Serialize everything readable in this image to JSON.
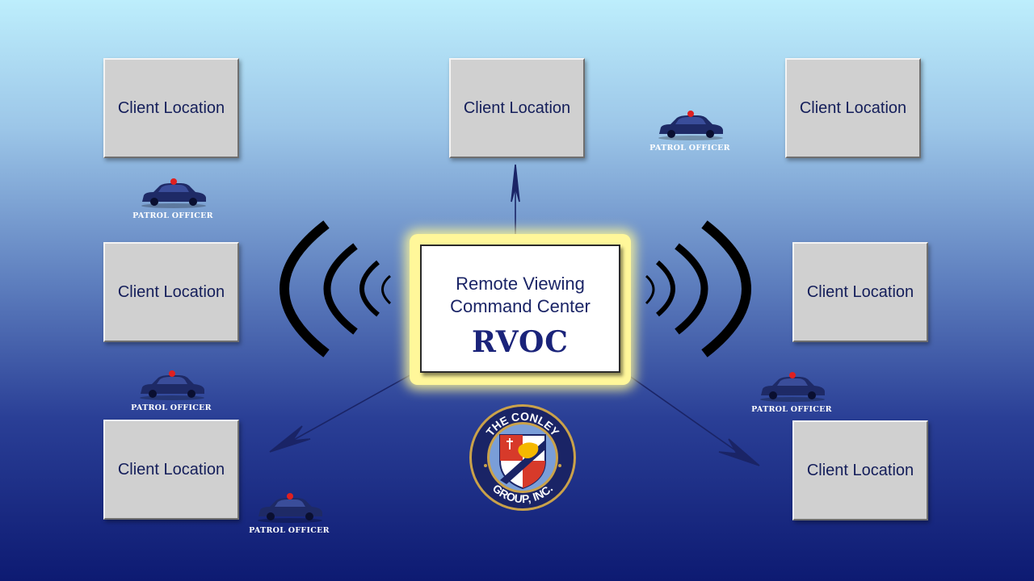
{
  "clients": [
    {
      "label": "Client Location"
    },
    {
      "label": "Client Location"
    },
    {
      "label": "Client Location"
    },
    {
      "label": "Client Location"
    },
    {
      "label": "Client Location"
    },
    {
      "label": "Client Location"
    },
    {
      "label": "Client Location"
    }
  ],
  "patrols": [
    {
      "label": "PATROL OFFICER"
    },
    {
      "label": "PATROL OFFICER"
    },
    {
      "label": "PATROL OFFICER"
    },
    {
      "label": "PATROL OFFICER"
    },
    {
      "label": "PATROL OFFICER"
    }
  ],
  "center": {
    "title": "Remote Viewing Command Center",
    "abbr": "RVOC"
  },
  "logo": {
    "text_top": "THE CONLEY",
    "text_bottom": "GROUP, INC."
  },
  "icons": {
    "patrol_car": "police-car-icon",
    "signal": "signal-waves-icon",
    "logo": "conley-group-seal"
  },
  "colors": {
    "client_box": "#d0d0d0",
    "label_text": "#141e5a",
    "center_glow": "#fff79a",
    "arrow": "#1a2466",
    "car_body": "#1e2a66",
    "siren": "#e02020"
  }
}
